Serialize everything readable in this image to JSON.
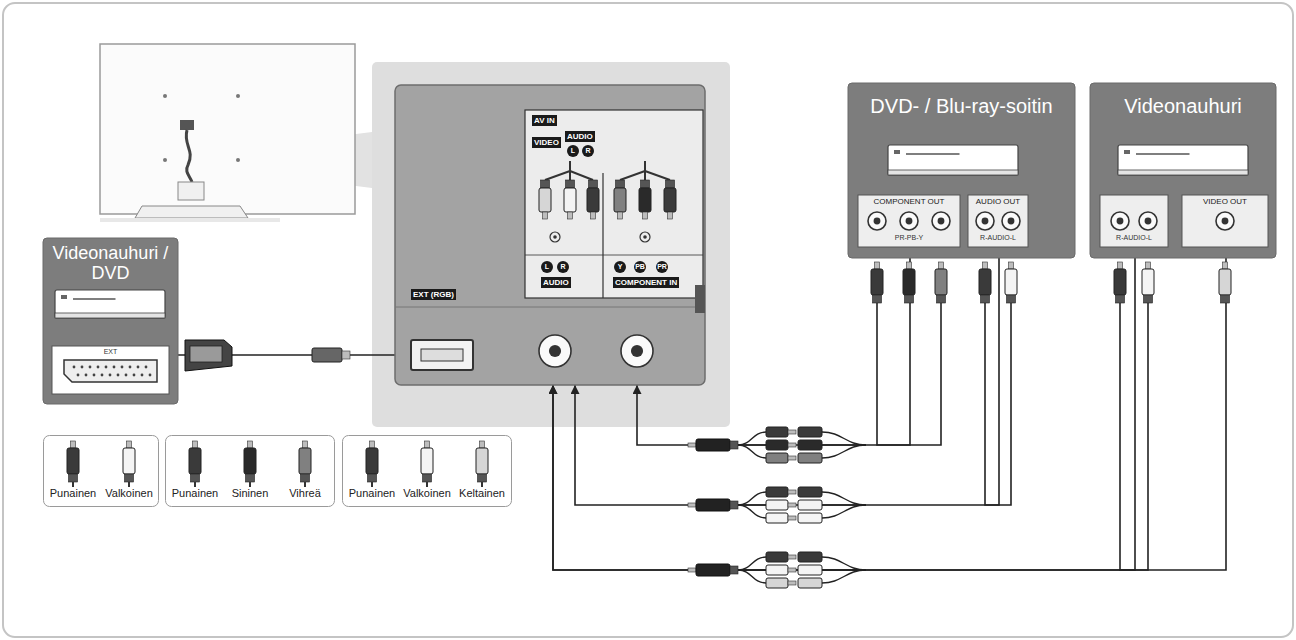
{
  "diagram": {
    "nodes": [
      {
        "text": [
          "Videonauhuri / DVD"
        ]
      },
      {
        "text": [
          "EXT"
        ],
        "in": 0
      },
      {
        "text": [
          "AV IN",
          "VIDEO",
          "AUDIO",
          "L",
          "R",
          "L",
          "R",
          "AUDIO",
          "COMPONENT IN",
          "Y",
          "PB",
          "PR"
        ]
      },
      {
        "text": [
          "EXT (RGB)"
        ],
        "in": 2
      },
      {
        "text": [
          "DVD- / Blu-ray-soitin"
        ]
      },
      {
        "text": [
          "COMPONENT OUT",
          "PR-PB-Y"
        ],
        "in": 4
      },
      {
        "text": [
          "AUDIO OUT",
          "R-AUDIO-L"
        ],
        "in": 4
      },
      {
        "text": [
          "Videonauhuri"
        ]
      },
      {
        "text": [
          "R-AUDIO-L"
        ],
        "in": 7
      },
      {
        "text": [
          "VIDEO OUT"
        ],
        "in": 7
      },
      {
        "text": [
          "Punainen",
          "Valkoinen"
        ]
      },
      {
        "text": [
          "Punainen",
          "Sininen",
          "Vihreä"
        ]
      },
      {
        "text": [
          "Punainen",
          "Valkoinen",
          "Keltainen"
        ]
      }
    ],
    "edges": [
      {
        "from": 1,
        "to": 3,
        "arrow": "to"
      },
      {
        "from": 5,
        "to": 2,
        "arrow": "to"
      },
      {
        "from": 6,
        "to": 2,
        "arrow": "to"
      },
      {
        "from": 8,
        "to": 2,
        "arrow": "to"
      },
      {
        "from": 9,
        "to": 2,
        "arrow": "to"
      }
    ]
  }
}
